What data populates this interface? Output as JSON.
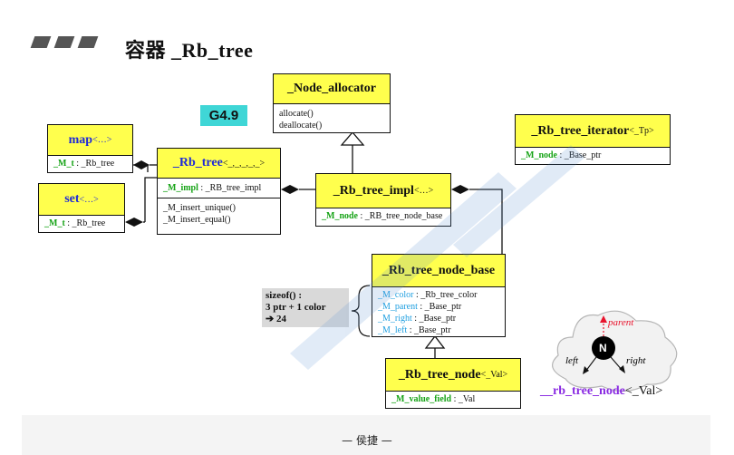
{
  "title": "容器 _Rb_tree",
  "version_badge": "G4.9",
  "classes": {
    "node_allocator": {
      "name": "_Node_allocator",
      "methods": [
        "allocate()",
        "deallocate()"
      ]
    },
    "map": {
      "name": "map",
      "tpl": "<…>",
      "fields": [
        {
          "name": "_M_t",
          "type": ": _Rb_tree"
        }
      ]
    },
    "set": {
      "name": "set",
      "tpl": "<…>",
      "fields": [
        {
          "name": "_M_t",
          "type": ": _Rb_tree"
        }
      ]
    },
    "rb_tree": {
      "name": "_Rb_tree",
      "tpl": "<_,_,_,_,_>",
      "fields": [
        {
          "name": "_M_impl",
          "type": ": _RB_tree_impl"
        }
      ],
      "methods": [
        "_M_insert_unique()",
        "_M_insert_equal()"
      ]
    },
    "rb_tree_impl": {
      "name": "_Rb_tree_impl",
      "tpl": "<…>",
      "fields": [
        {
          "name": "_M_node",
          "type": ": _RB_tree_node_base"
        }
      ]
    },
    "rb_tree_iterator": {
      "name": "_Rb_tree_iterator",
      "tpl": "<_Tp>",
      "fields": [
        {
          "name": "_M_node",
          "type": ": _Base_ptr"
        }
      ]
    },
    "rb_tree_node_base": {
      "name": "_Rb_tree_node_base",
      "fields": [
        {
          "name": "_M_color",
          "type": ": _Rb_tree_color"
        },
        {
          "name": "_M_parent",
          "type": ": _Base_ptr"
        },
        {
          "name": "_M_right",
          "type": ": _Base_ptr"
        },
        {
          "name": "_M_left",
          "type": ": _Base_ptr"
        }
      ]
    },
    "rb_tree_node": {
      "name": "_Rb_tree_node",
      "tpl": "<_Val>",
      "fields": [
        {
          "name": "_M_value_field",
          "type": ": _Val"
        }
      ]
    }
  },
  "sizeof_note": {
    "line1": "sizeof() :",
    "line2": "3 ptr + 1 color",
    "line3": "➔ 24"
  },
  "node_sketch": {
    "node": "N",
    "parent": "parent",
    "left": "left",
    "right": "right",
    "label_prefix": "__rb_tree_node",
    "label_suffix": "<_Val>"
  },
  "footer": "— 侯捷 —",
  "colors": {
    "class_header": "#ffff4d",
    "badge": "#3fd6d6",
    "field_green": "#16a316",
    "name_blue": "#1f2ad8",
    "field_lightblue": "#1f9fe0"
  }
}
